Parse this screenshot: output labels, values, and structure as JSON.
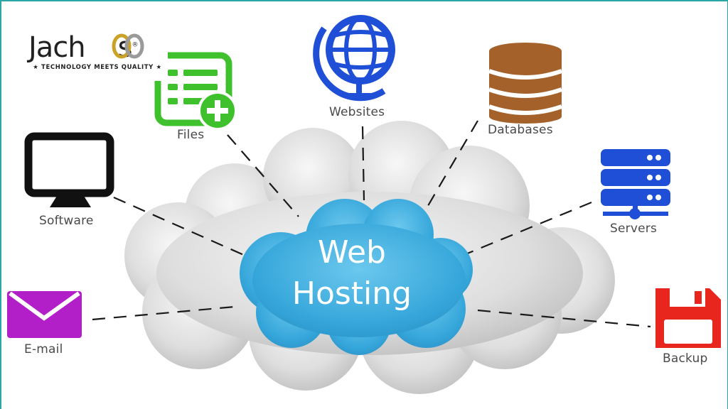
{
  "logo": {
    "word_part_1": "Jach",
    "word_part_2": "s",
    "registered": "®",
    "tagline": "★ TECHNOLOGY MEETS QUALITY ★"
  },
  "center": {
    "line1": "Web",
    "line2": "Hosting"
  },
  "nodes": {
    "files": "Files",
    "websites": "Websites",
    "databases": "Databases",
    "software": "Software",
    "servers": "Servers",
    "email": "E-mail",
    "backup": "Backup"
  },
  "colors": {
    "files": "#3ec12d",
    "websites": "#1f4fd6",
    "databases": "#a4622a",
    "software": "#111111",
    "servers": "#1f4fd6",
    "email": "#b21fc8",
    "backup": "#e8261e",
    "center_cloud": "#3aa9dc",
    "outer_cloud": "#dcdcdc",
    "label_text": "#4a4a4a"
  },
  "icons": {
    "files": "document-list-plus-icon",
    "websites": "globe-icon",
    "databases": "database-stack-icon",
    "software": "monitor-icon",
    "servers": "server-rack-icon",
    "email": "envelope-icon",
    "backup": "floppy-disk-icon"
  }
}
